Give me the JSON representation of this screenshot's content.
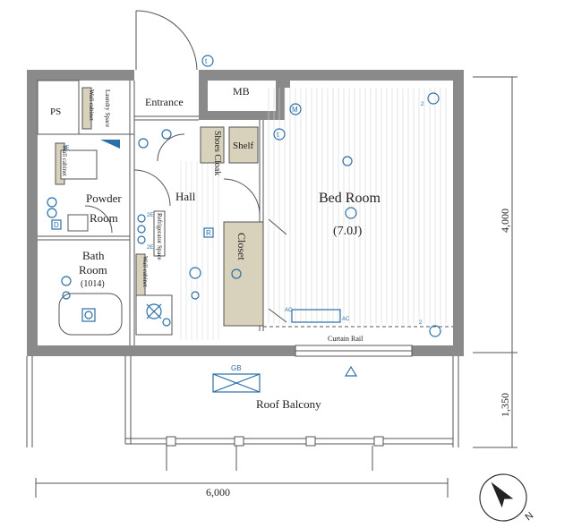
{
  "rooms": {
    "ps": "PS",
    "entrance": "Entrance",
    "mb": "MB",
    "laundry": "Laundry Space",
    "wall_cabinet": "Wall cabinet",
    "shoes_cloak": "Shoes Cloak",
    "shelf": "Shelf",
    "hall": "Hall",
    "powder_1": "Powder",
    "powder_2": "Room",
    "bath_1": "Bath",
    "bath_2": "Room",
    "bath_size": "(1014)",
    "refrigerator": "Refrigerator Space",
    "closet": "Closet",
    "bed_room": "Bed Room",
    "bed_size": "(7.0J)",
    "curtain_rail": "Curtain Rail",
    "roof_balcony": "Roof Balcony"
  },
  "dimensions": {
    "width": "6,000",
    "height_room": "4,000",
    "height_balcony": "1,350"
  },
  "symbols": {
    "t": "t",
    "m": "M",
    "r": "R",
    "d": "D",
    "ac": "AC",
    "gb": "GB",
    "two": "2",
    "ie": "1E",
    "two_e": "2E",
    "compass": "N"
  },
  "colors": {
    "wall": "#8a8a8a",
    "storage": "#d8d2bd",
    "symbols": "#2a6fa8"
  }
}
